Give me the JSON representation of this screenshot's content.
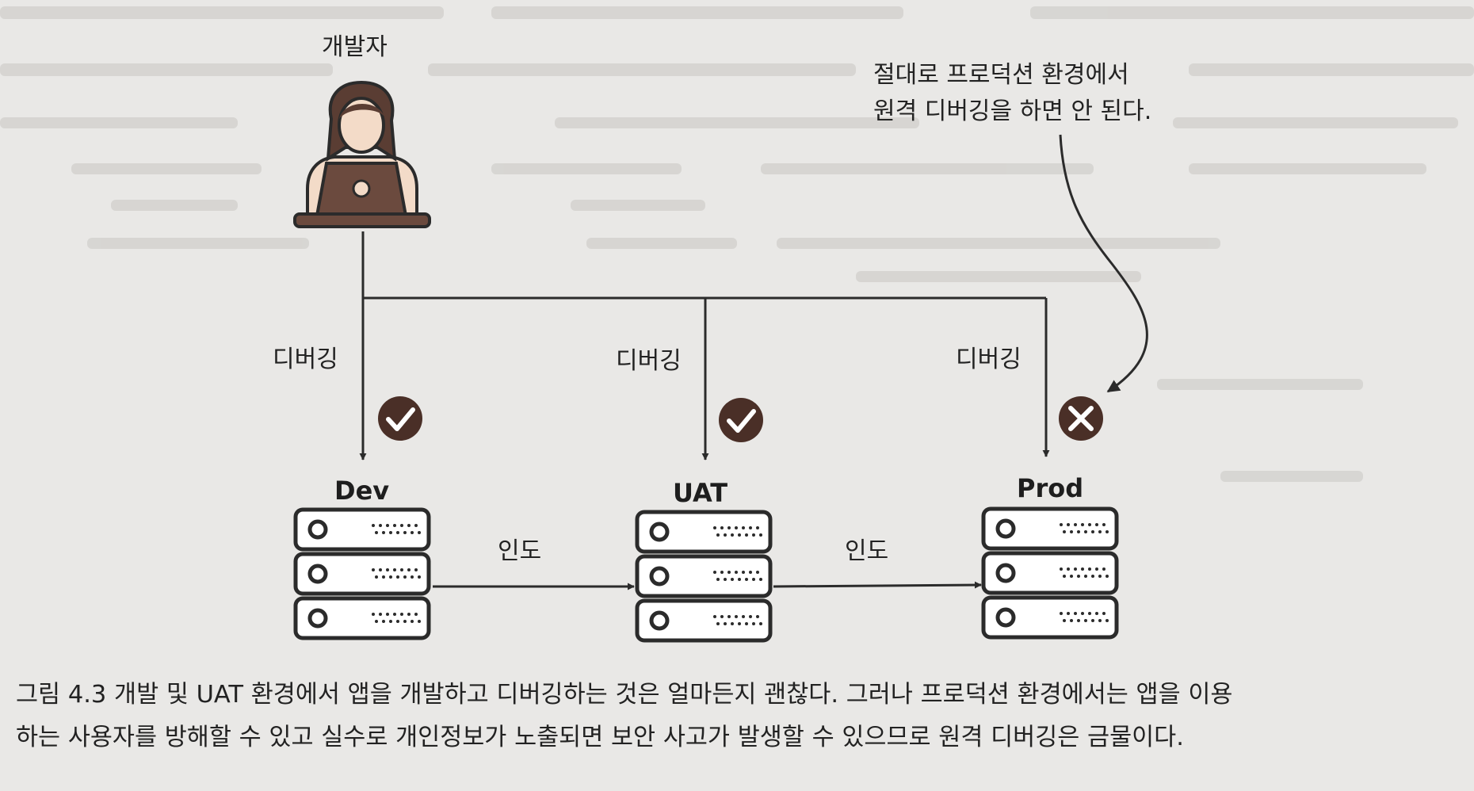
{
  "colors": {
    "background": "#e9e8e6",
    "ink": "#2b2b2b",
    "badge": "#4a2f27",
    "skin": "#f3dbc8",
    "hair": "#5a3d33",
    "laptop": "#6b4a3e"
  },
  "icons": [
    "person-laptop-icon",
    "server-rack-icon",
    "check-badge-icon",
    "x-badge-icon"
  ],
  "diagram": {
    "persona": {
      "label": "개발자"
    },
    "note": {
      "line1": "절대로 프로덕션 환경에서",
      "line2": "원격 디버깅을 하면 안 된다."
    },
    "environments": [
      {
        "name": "Dev",
        "debug_label": "디버깅",
        "debug_allowed": true
      },
      {
        "name": "UAT",
        "debug_label": "디버깅",
        "debug_allowed": true
      },
      {
        "name": "Prod",
        "debug_label": "디버깅",
        "debug_allowed": false
      }
    ],
    "handoffs": [
      {
        "from": "Dev",
        "to": "UAT",
        "label": "인도"
      },
      {
        "from": "UAT",
        "to": "Prod",
        "label": "인도"
      }
    ]
  },
  "caption": {
    "line1": "그림 4.3 개발 및 UAT 환경에서 앱을 개발하고 디버깅하는 것은 얼마든지 괜찮다. 그러나 프로덕션 환경에서는 앱을 이용",
    "line2": "하는 사용자를 방해할 수 있고 실수로 개인정보가 노출되면 보안 사고가 발생할 수 있으므로 원격 디버깅은 금물이다."
  }
}
